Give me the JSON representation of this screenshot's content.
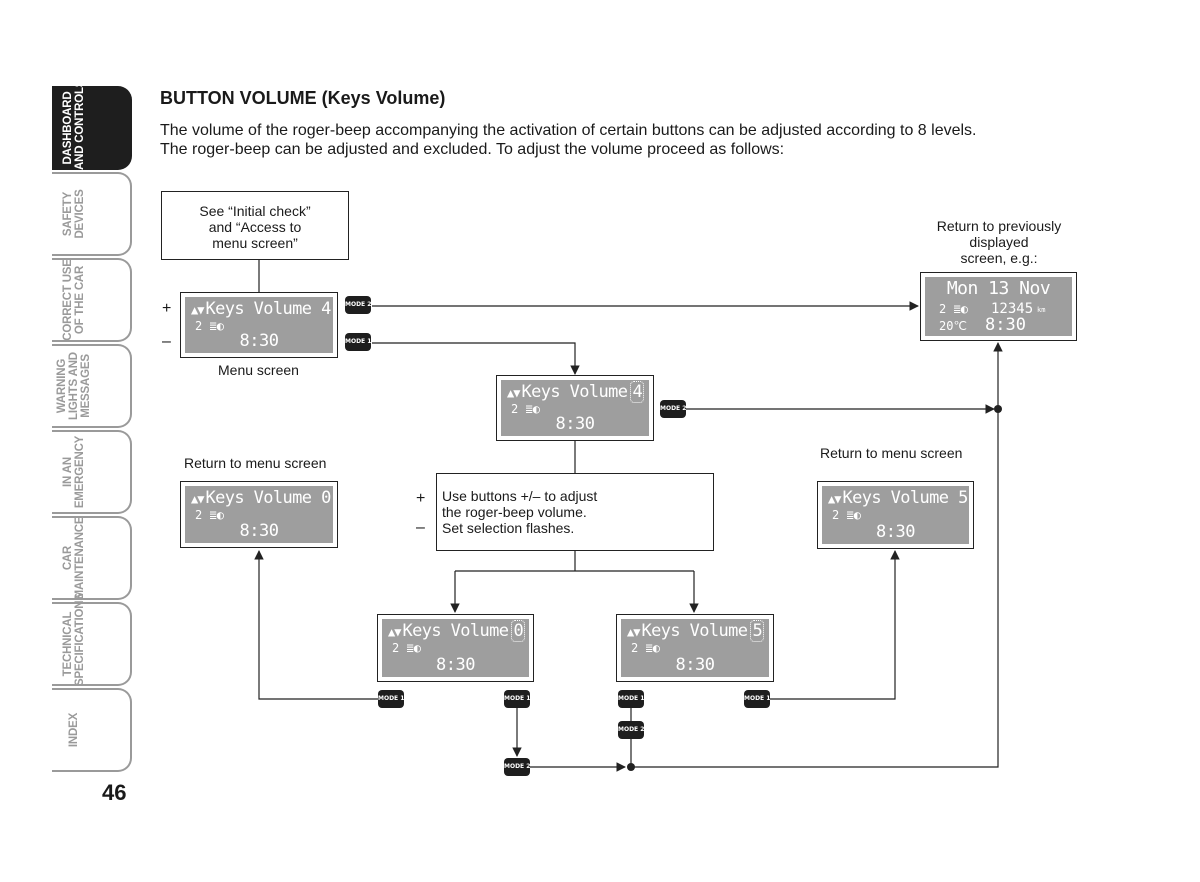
{
  "tabs": [
    {
      "line1": "DASHBOARD",
      "line2": "AND CONTROLS",
      "active": true
    },
    {
      "line1": "SAFETY",
      "line2": "DEVICES",
      "active": false
    },
    {
      "line1": "CORRECT USE",
      "line2": "OF THE CAR",
      "active": false
    },
    {
      "line1": "WARNING",
      "line2": "LIGHTS AND",
      "line3": "MESSAGES",
      "active": false
    },
    {
      "line1": "IN AN",
      "line2": "EMERGENCY",
      "active": false
    },
    {
      "line1": "CAR",
      "line2": "MAINTENANCE",
      "active": false
    },
    {
      "line1": "TECHNICAL",
      "line2": "SPECIFICATIONS",
      "active": false
    },
    {
      "line1": "INDEX",
      "line2": "",
      "active": false
    }
  ],
  "page_number": "46",
  "heading": "BUTTON VOLUME (Keys Volume)",
  "intro": {
    "line1": "The volume of the roger-beep accompanying the activation of certain buttons can be adjusted according to 8 levels.",
    "line2": "The roger-beep can be adjusted and excluded. To adjust the volume proceed as follows:"
  },
  "diagram": {
    "initial_box": {
      "line1": "See “Initial check”",
      "line2": "and “Access to",
      "line3": "menu screen”"
    },
    "menu_screen": {
      "line1": "Keys Volume 4",
      "line2": "2",
      "time": "8:30",
      "caption": "Menu screen"
    },
    "selected_screen": {
      "line1": "Keys Volume",
      "value": "4",
      "line2": "2",
      "time": "8:30"
    },
    "adjust_box": {
      "line1": "Use buttons +/– to adjust",
      "line2": "the roger-beep volume.",
      "line3": "Set selection flashes."
    },
    "screen_zero": {
      "line1": "Keys Volume",
      "value": "0",
      "line2": "2",
      "time": "8:30"
    },
    "screen_five": {
      "line1": "Keys Volume",
      "value": "5",
      "line2": "2",
      "time": "8:30"
    },
    "result_zero": {
      "line1": "Keys Volume  0",
      "line2": "2",
      "time": "8:30",
      "caption": "Return to menu screen"
    },
    "result_five": {
      "line1": "Keys Volume  5",
      "line2": "2",
      "time": "8:30",
      "caption": "Return to menu screen"
    },
    "return_previous": {
      "caption1": "Return to previously",
      "caption2": "displayed",
      "caption3": "screen, e.g.:",
      "date": "Mon 13 Nov",
      "gear": "2",
      "odometer": "12345",
      "unit": "km",
      "temp": "20℃",
      "time": "8:30"
    },
    "plus": "+",
    "minus": "–",
    "mode1": "MODE 1",
    "mode2": "MODE 2"
  },
  "colors": {
    "lcd": "#9e9e9e",
    "badge": "#1e1e1e",
    "tab_inactive": "#9a9a9a"
  }
}
